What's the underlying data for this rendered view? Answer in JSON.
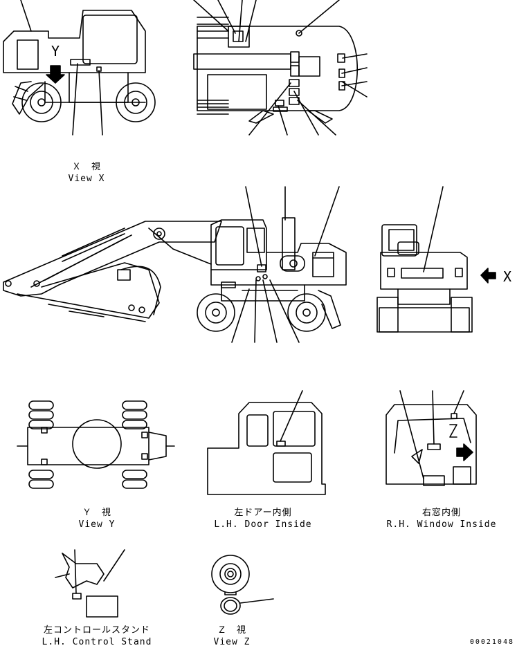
{
  "views": {
    "view_x": {
      "jp": "Ｘ　視",
      "en": "View X"
    },
    "view_y": {
      "jp": "Ｙ　視",
      "en": "View Y"
    },
    "door": {
      "jp": "左ドアー内側",
      "en": "L.H. Door Inside"
    },
    "window": {
      "jp": "右窓内側",
      "en": "R.H. Window Inside"
    },
    "stand": {
      "jp": "左コントロールスタンド",
      "en": "L.H. Control Stand"
    },
    "view_z": {
      "jp": "Ｚ　視",
      "en": "View Z"
    }
  },
  "markers": {
    "x": "X",
    "y": "Y",
    "z": "Z"
  },
  "doc_number": "00021048"
}
